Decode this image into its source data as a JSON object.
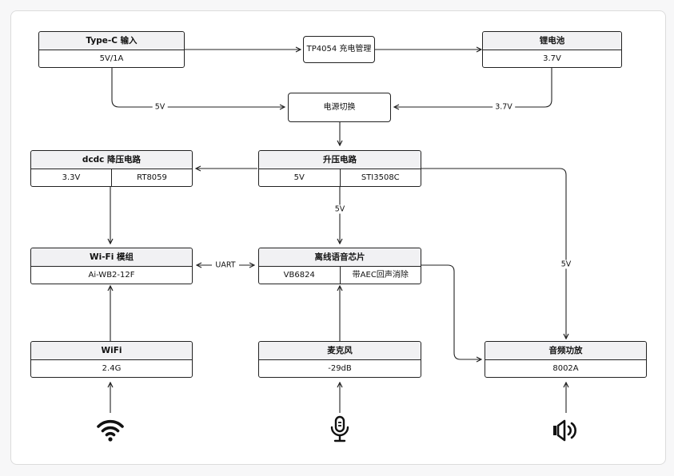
{
  "nodes": {
    "typec": {
      "title": "Type-C 输入",
      "cells": [
        "5V/1A"
      ]
    },
    "tp4054": {
      "label": "TP4054 充电管理"
    },
    "battery": {
      "title": "锂电池",
      "cells": [
        "3.7V"
      ]
    },
    "switch": {
      "label": "电源切换"
    },
    "dcdc": {
      "title": "dcdc 降压电路",
      "cells": [
        "3.3V",
        "RT8059"
      ]
    },
    "boost": {
      "title": "升压电路",
      "cells": [
        "5V",
        "STI3508C"
      ]
    },
    "wifi_mod": {
      "title": "Wi-Fi 模组",
      "cells": [
        "Ai-WB2-12F"
      ]
    },
    "voice": {
      "title": "离线语音芯片",
      "cells": [
        "VB6824",
        "带AEC回声消除"
      ]
    },
    "wifi": {
      "title": "WiFi",
      "cells": [
        "2.4G"
      ]
    },
    "mic": {
      "title": "麦克风",
      "cells": [
        "-29dB"
      ]
    },
    "amp": {
      "title": "音频功放",
      "cells": [
        "8002A"
      ]
    }
  },
  "edges": {
    "typec_switch": "5V",
    "battery_switch": "3.7V",
    "boost_voice": "5V",
    "boost_amp": "5V",
    "uart": "UART"
  },
  "icons": [
    "wifi-icon",
    "microphone-icon",
    "speaker-icon"
  ],
  "colors": {
    "stroke": "#222222",
    "header_bg": "#f1f1f3",
    "background": "#ffffff"
  }
}
